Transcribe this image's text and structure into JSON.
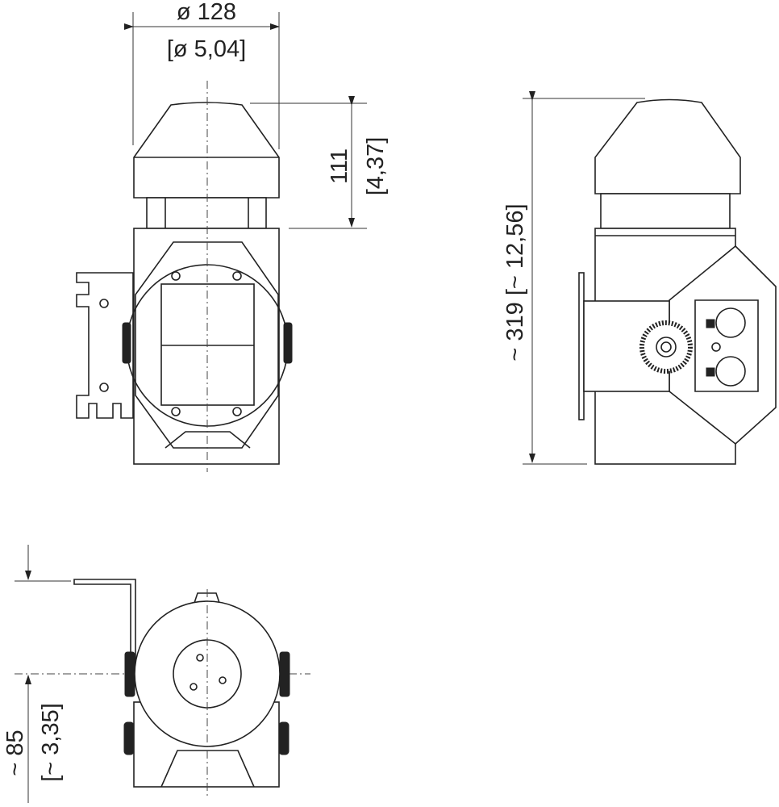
{
  "title": "Dimensional drawing",
  "dimensions": {
    "diameter_mm": "ø 128",
    "diameter_in": "[ø 5,04]",
    "cap_height_mm": "111",
    "cap_height_in": "[4,37]",
    "total_height": "~ 319 [~ 12,56]",
    "depth_mm": "~ 85",
    "depth_in": "[~ 3,35]"
  }
}
